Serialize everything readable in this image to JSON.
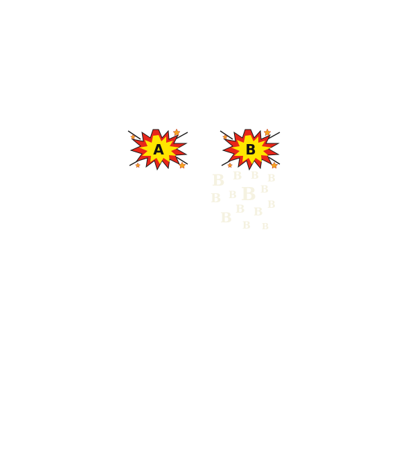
{
  "bursts": [
    {
      "letter": "A",
      "name": "burst-a"
    },
    {
      "letter": "B",
      "name": "burst-b"
    }
  ],
  "colors": {
    "burst_fill_outer": "#e8261a",
    "burst_fill_inner": "#ffe600",
    "burst_outline": "#1a1a1a",
    "star": "#f5a623",
    "letter": "#111111",
    "ghost": "#f3f0e0"
  },
  "ghost_letter": "B"
}
